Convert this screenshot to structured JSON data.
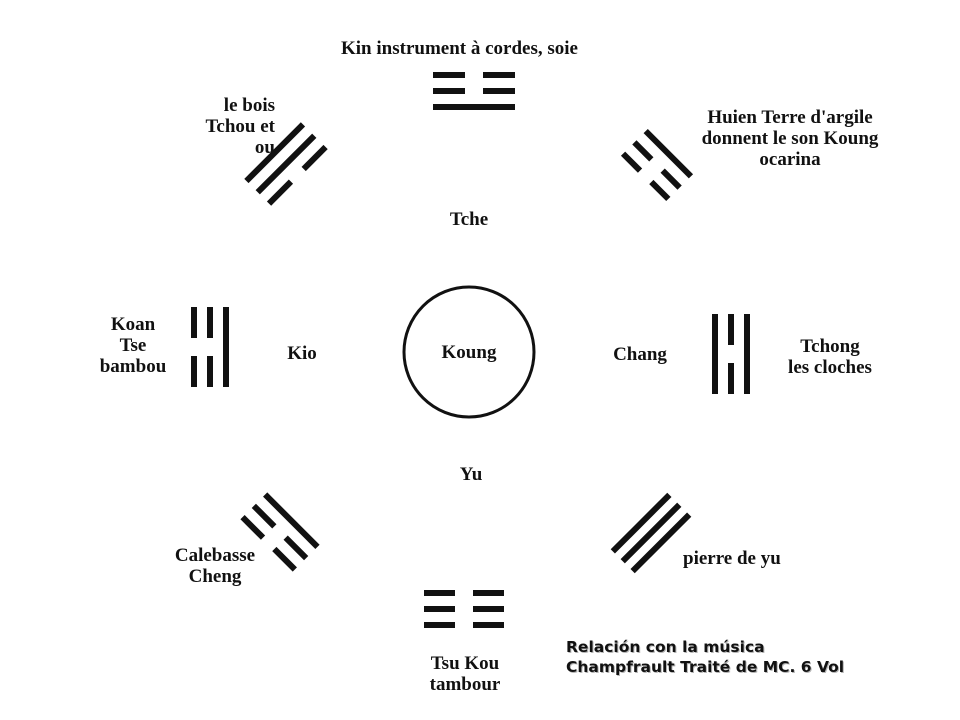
{
  "diagram": {
    "center_label": "Koung",
    "inner_labels": {
      "top": "Tche",
      "left": "Kio",
      "right": "Chang",
      "bottom": "Yu"
    },
    "trigrams": [
      {
        "position": "top",
        "lines": [
          "broken",
          "broken",
          "solid"
        ],
        "caption": [
          "Kin instrument à cordes, soie"
        ]
      },
      {
        "position": "top-right",
        "lines": [
          "solid",
          "broken",
          "broken"
        ],
        "caption": [
          "Huien Terre d'argile",
          "donnent le son Koung",
          "ocarina"
        ]
      },
      {
        "position": "right",
        "lines": [
          "solid",
          "broken",
          "solid"
        ],
        "caption": [
          "Tchong",
          "les cloches"
        ]
      },
      {
        "position": "bottom-right",
        "lines": [
          "solid",
          "solid",
          "solid"
        ],
        "caption": [
          "pierre de yu"
        ]
      },
      {
        "position": "bottom",
        "lines": [
          "broken",
          "broken",
          "broken"
        ],
        "caption": [
          "Tsu Kou",
          "tambour"
        ]
      },
      {
        "position": "bottom-left",
        "lines": [
          "broken",
          "broken",
          "solid"
        ],
        "caption": [
          "Calebasse",
          "Cheng"
        ]
      },
      {
        "position": "left",
        "lines": [
          "broken",
          "broken",
          "solid"
        ],
        "caption": [
          "Koan",
          "Tse",
          "bambou"
        ]
      },
      {
        "position": "top-left",
        "lines": [
          "solid",
          "solid",
          "broken"
        ],
        "caption": [
          "le bois",
          "Tchou et",
          "ou"
        ]
      }
    ]
  },
  "credit": {
    "line1": "Relación con la música",
    "line2": "Champfrault Traité de MC. 6 Vol"
  },
  "colors": {
    "ink": "#111111",
    "background": "#ffffff",
    "credit_shadow": "#b5b5b5"
  }
}
